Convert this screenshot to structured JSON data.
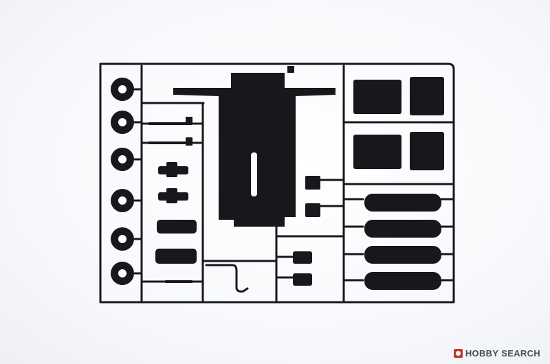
{
  "image": {
    "subject": "plastic-model-kit-sprue",
    "part_color": "#16181c",
    "background_color": "#ffffff"
  },
  "watermark": {
    "brand": "HOBBY",
    "suffix": "SEARCH",
    "logo_color": "#c0392b"
  }
}
